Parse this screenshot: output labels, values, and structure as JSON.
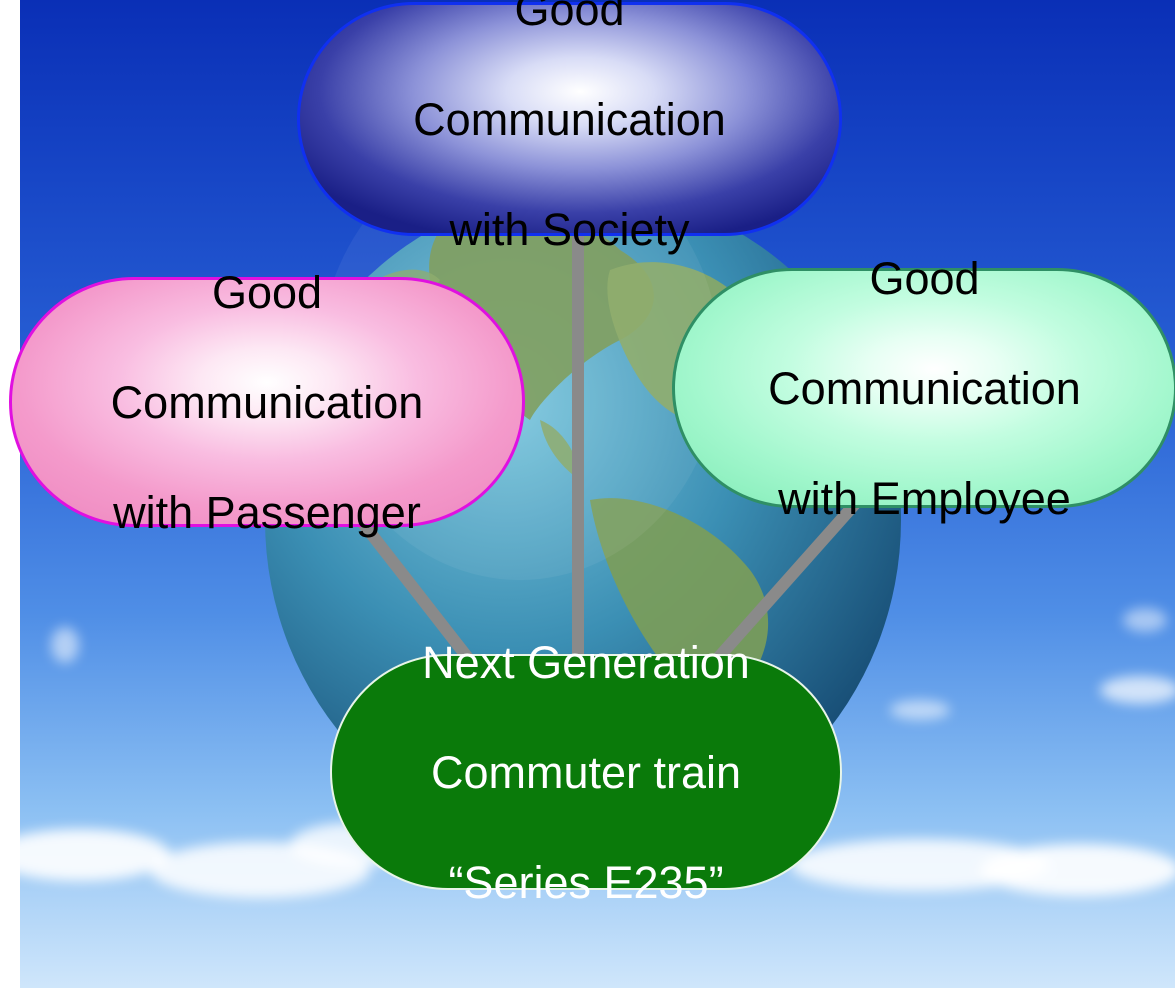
{
  "diagram": {
    "nodes": {
      "society": {
        "lines": [
          "Good",
          "Communication",
          "with Society"
        ]
      },
      "passenger": {
        "lines": [
          "Good",
          "Communication",
          "with Passenger"
        ]
      },
      "employee": {
        "lines": [
          "Good",
          "Communication",
          "with Employee"
        ]
      },
      "train": {
        "lines": [
          "Next Generation",
          "Commuter train",
          "“Series E235”"
        ]
      }
    },
    "edges": [
      {
        "from": "train",
        "to": "society"
      },
      {
        "from": "train",
        "to": "passenger"
      },
      {
        "from": "train",
        "to": "employee"
      }
    ]
  },
  "colors": {
    "sky_top": "#0a2fb6",
    "sky_bottom": "#cfe6fb",
    "connector": "#8a8a8a",
    "society_border": "#1030f0",
    "passenger_border": "#e010e0",
    "employee_border": "#2f8f65",
    "train_fill": "#0a7a0a"
  }
}
